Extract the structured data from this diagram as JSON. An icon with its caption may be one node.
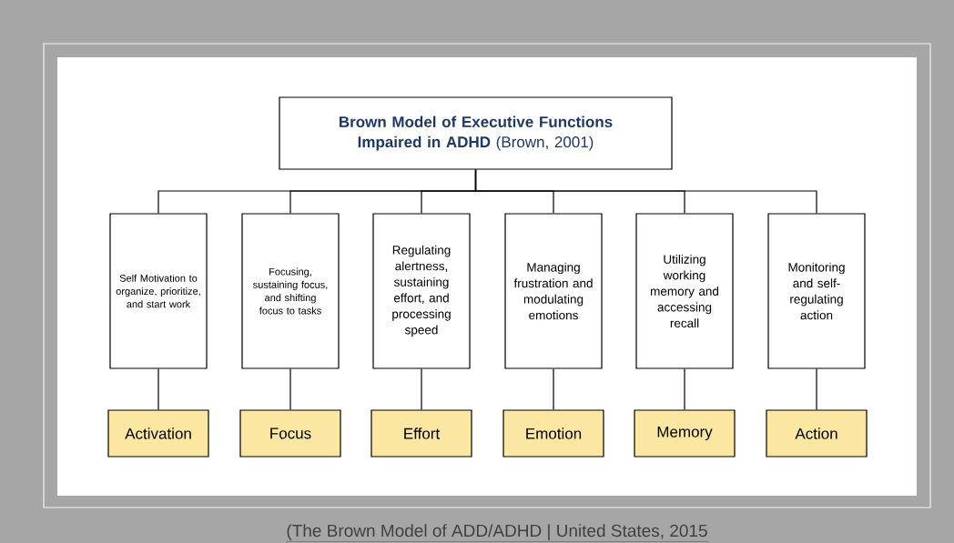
{
  "diagram": {
    "caption": "(The Brown Model of ADD/ADHD | United States, 2015",
    "nodes": [
      {
        "text": [
          "**Brown Model of Executive Functions Impaired in ADHD** (Brown, 2001)"
        ]
      },
      {
        "text": [
          "Self Motivation to organize, prioritize, and start work"
        ]
      },
      {
        "text": [
          "Focusing, sustaining focus, and shifting focus to tasks"
        ]
      },
      {
        "text": [
          "Regulating alertness, sustaining effort, and processing speed"
        ]
      },
      {
        "text": [
          "Managing frustration and modulating emotions"
        ]
      },
      {
        "text": [
          "Utilizing working memory and accessing recall"
        ]
      },
      {
        "text": [
          "Monitoring and self-regulating action"
        ]
      },
      {
        "text": [
          "Activation"
        ]
      },
      {
        "text": [
          "Focus"
        ]
      },
      {
        "text": [
          "Effort"
        ]
      },
      {
        "text": [
          "Emotion"
        ]
      },
      {
        "text": [
          "Memory"
        ]
      },
      {
        "text": [
          "Action"
        ]
      }
    ],
    "edges": [
      {
        "from": 0,
        "to": 1,
        "arrow": "none"
      },
      {
        "from": 0,
        "to": 2,
        "arrow": "none"
      },
      {
        "from": 0,
        "to": 3,
        "arrow": "none"
      },
      {
        "from": 0,
        "to": 4,
        "arrow": "none"
      },
      {
        "from": 0,
        "to": 5,
        "arrow": "none"
      },
      {
        "from": 0,
        "to": 6,
        "arrow": "none"
      },
      {
        "from": 1,
        "to": 7,
        "arrow": "none"
      },
      {
        "from": 2,
        "to": 8,
        "arrow": "none"
      },
      {
        "from": 3,
        "to": 9,
        "arrow": "none"
      },
      {
        "from": 4,
        "to": 10,
        "arrow": "none"
      },
      {
        "from": 5,
        "to": 11,
        "arrow": "none"
      },
      {
        "from": 6,
        "to": 12,
        "arrow": "none"
      }
    ]
  }
}
